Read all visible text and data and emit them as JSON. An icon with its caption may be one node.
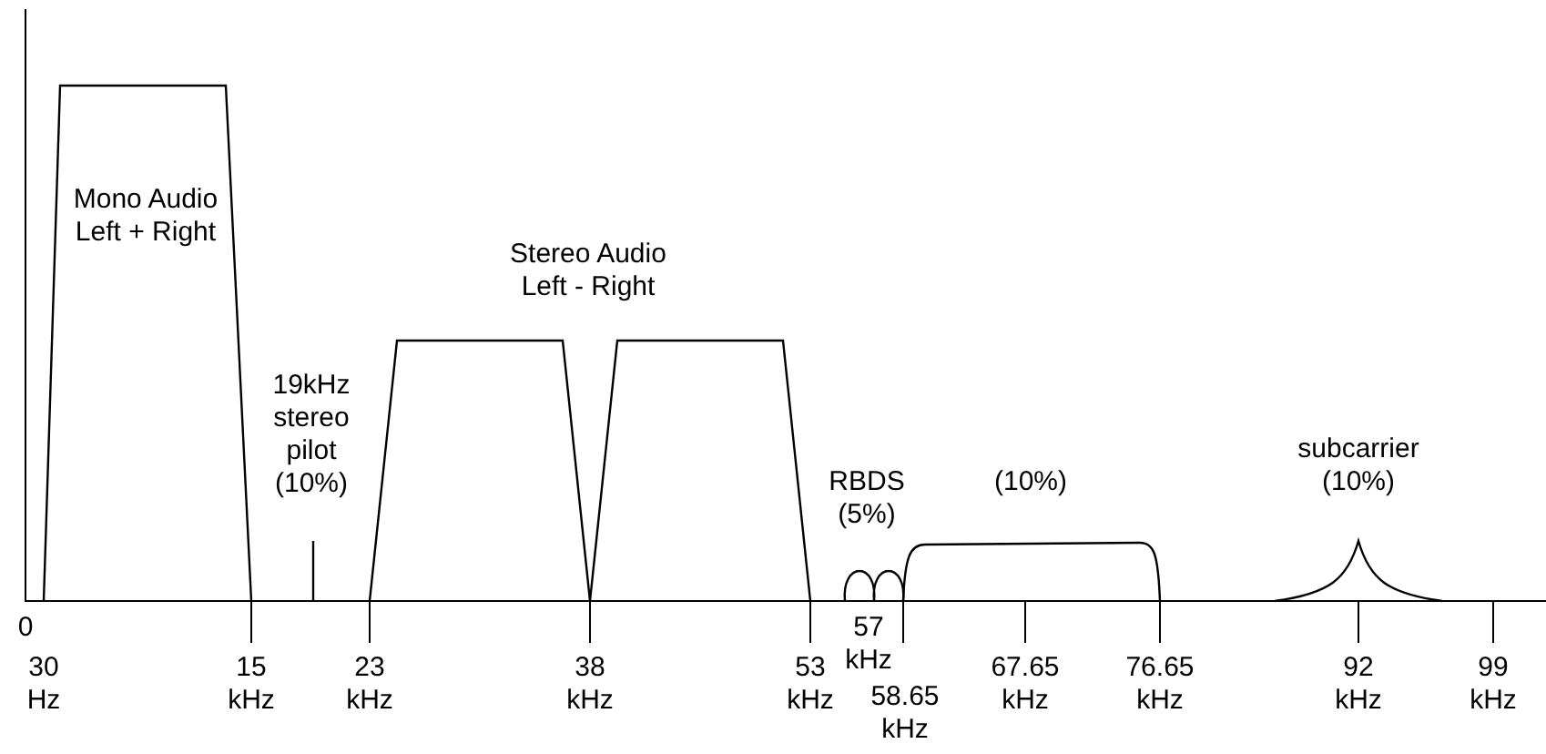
{
  "diagram": {
    "labels": [
      "Mono Audio Left + Right",
      "Stereo Audio Left - Right",
      "19kHz stereo pilot (10%)",
      "(10%)",
      "subcarrier (10%)",
      "RBDS (5%)",
      "0",
      "30 Hz",
      "15 kHz",
      "23 kHz",
      "38 kHz",
      "53 kHz",
      "57 kHz",
      "58.65 kHz",
      "67.65 kHz",
      "76.65 kHz",
      "92 kHz",
      "99 kHz"
    ]
  }
}
